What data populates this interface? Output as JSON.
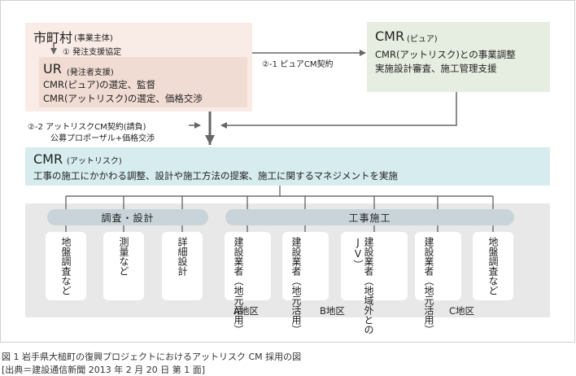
{
  "municipality": {
    "title": "市町村",
    "sub": "(事業主体)",
    "step1": "① 発注支援協定"
  },
  "ur": {
    "title": "UR",
    "sub": "(発注者支援)",
    "line1": "CMR(ピュア)の選定、監督",
    "line2": "CMR(アットリスク)の選定、価格交渉"
  },
  "cmr_pure": {
    "title": "CMR",
    "sub": "(ピュア)",
    "line1": "CMR(アットリスク)との事業調整",
    "line2": "実施設計審査、施工管理支援"
  },
  "contract_pure": "②-1 ピュアCM契約",
  "contract_risk": {
    "line1": "②-2 アットリスクCM契約(請負)",
    "line2": "公募プロポーザル+価格交渉"
  },
  "cmr_risk": {
    "title": "CMR",
    "sub": "(アットリスク)",
    "desc": "工事の施工にかかわる調整、設計や施工方法の提案、施工に関するマネジメントを実施"
  },
  "groups": {
    "survey": "調査・設計",
    "construction": "工事施工"
  },
  "cards": [
    {
      "text": "地盤調査など"
    },
    {
      "text": "測量など"
    },
    {
      "text": "詳細設計"
    },
    {
      "text": "建設業者（地元活用）"
    },
    {
      "text": "建設業者（地元活用）"
    },
    {
      "text": "建設業者（地域外との\nJV）"
    },
    {
      "text": "建設業者（地元活用）"
    },
    {
      "text": "地盤調査など"
    }
  ],
  "districts": {
    "a": "A地区",
    "b": "B地区",
    "c": "C地区"
  },
  "caption": {
    "line1": "図 1 岩手県大槌町の復興プロジェクトにおけるアットリスク CM 採用の図",
    "line2": "[出典＝建設通信新聞 2013 年 2 月 20 日 第 1 面]"
  },
  "colors": {
    "municipal": "#f9ebe6",
    "ur": "#f1dcd3",
    "cmr_pure": "#e5eee0",
    "cmr_risk": "#d6ecee",
    "bottom": "#e8e8e8",
    "bar": "#c8d4da",
    "arrow": "#666666"
  }
}
